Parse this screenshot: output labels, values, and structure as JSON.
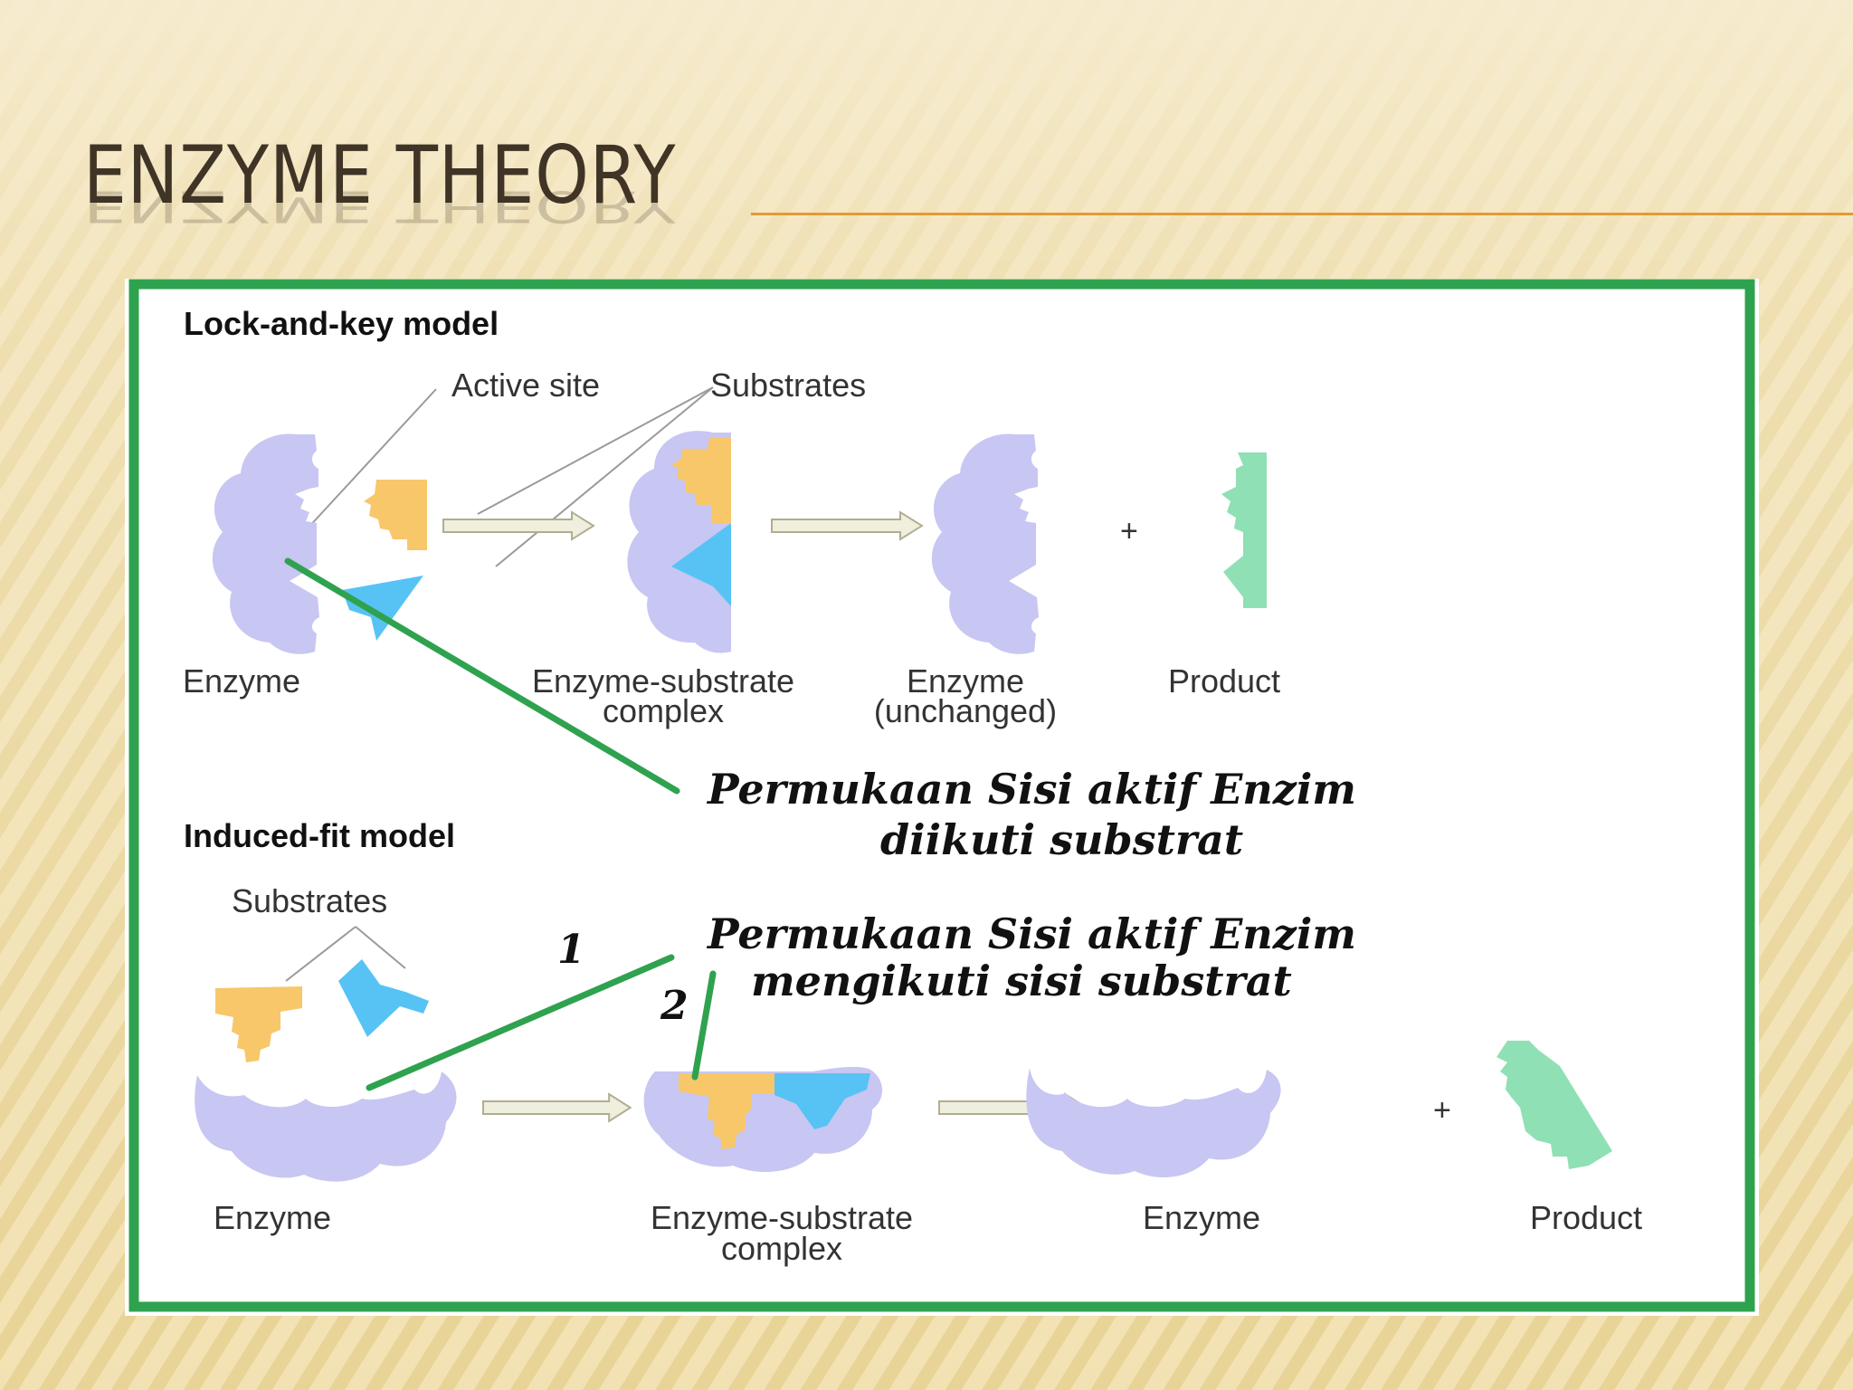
{
  "slide": {
    "title": "ENZYME THEORY"
  },
  "figure": {
    "lock_key": {
      "heading": "Lock-and-key model",
      "label_active_site": "Active site",
      "label_substrates": "Substrates",
      "label_enzyme": "Enzyme",
      "label_complex_line1": "Enzyme-substrate",
      "label_complex_line2": "complex",
      "label_unchanged_line1": "Enzyme",
      "label_unchanged_line2": "(unchanged)",
      "label_product": "Product",
      "plus": "+"
    },
    "induced_fit": {
      "heading": "Induced-fit model",
      "label_substrates": "Substrates",
      "label_enzyme": "Enzyme",
      "label_complex_line1": "Enzyme-substrate",
      "label_complex_line2": "complex",
      "label_enzyme_after": "Enzyme",
      "label_product": "Product",
      "plus": "+"
    },
    "annotations": {
      "note1_line1": "Permukaan Sisi aktif Enzim",
      "note1_line2": "diikuti substrat",
      "note2_line1": "Permukaan Sisi aktif Enzim",
      "note2_line2": "mengikuti sisi substrat",
      "marker1": "1",
      "marker2": "2"
    },
    "colors": {
      "enzyme": "#c8c6f2",
      "substrate_a": "#f7c76a",
      "substrate_b": "#57c3f4",
      "product": "#8fe0b4",
      "arrow_fill": "#f0eedc",
      "arrow_stroke": "#b0ad92",
      "annotation_line": "#2fa24f",
      "frame": "#2fa24f"
    }
  }
}
